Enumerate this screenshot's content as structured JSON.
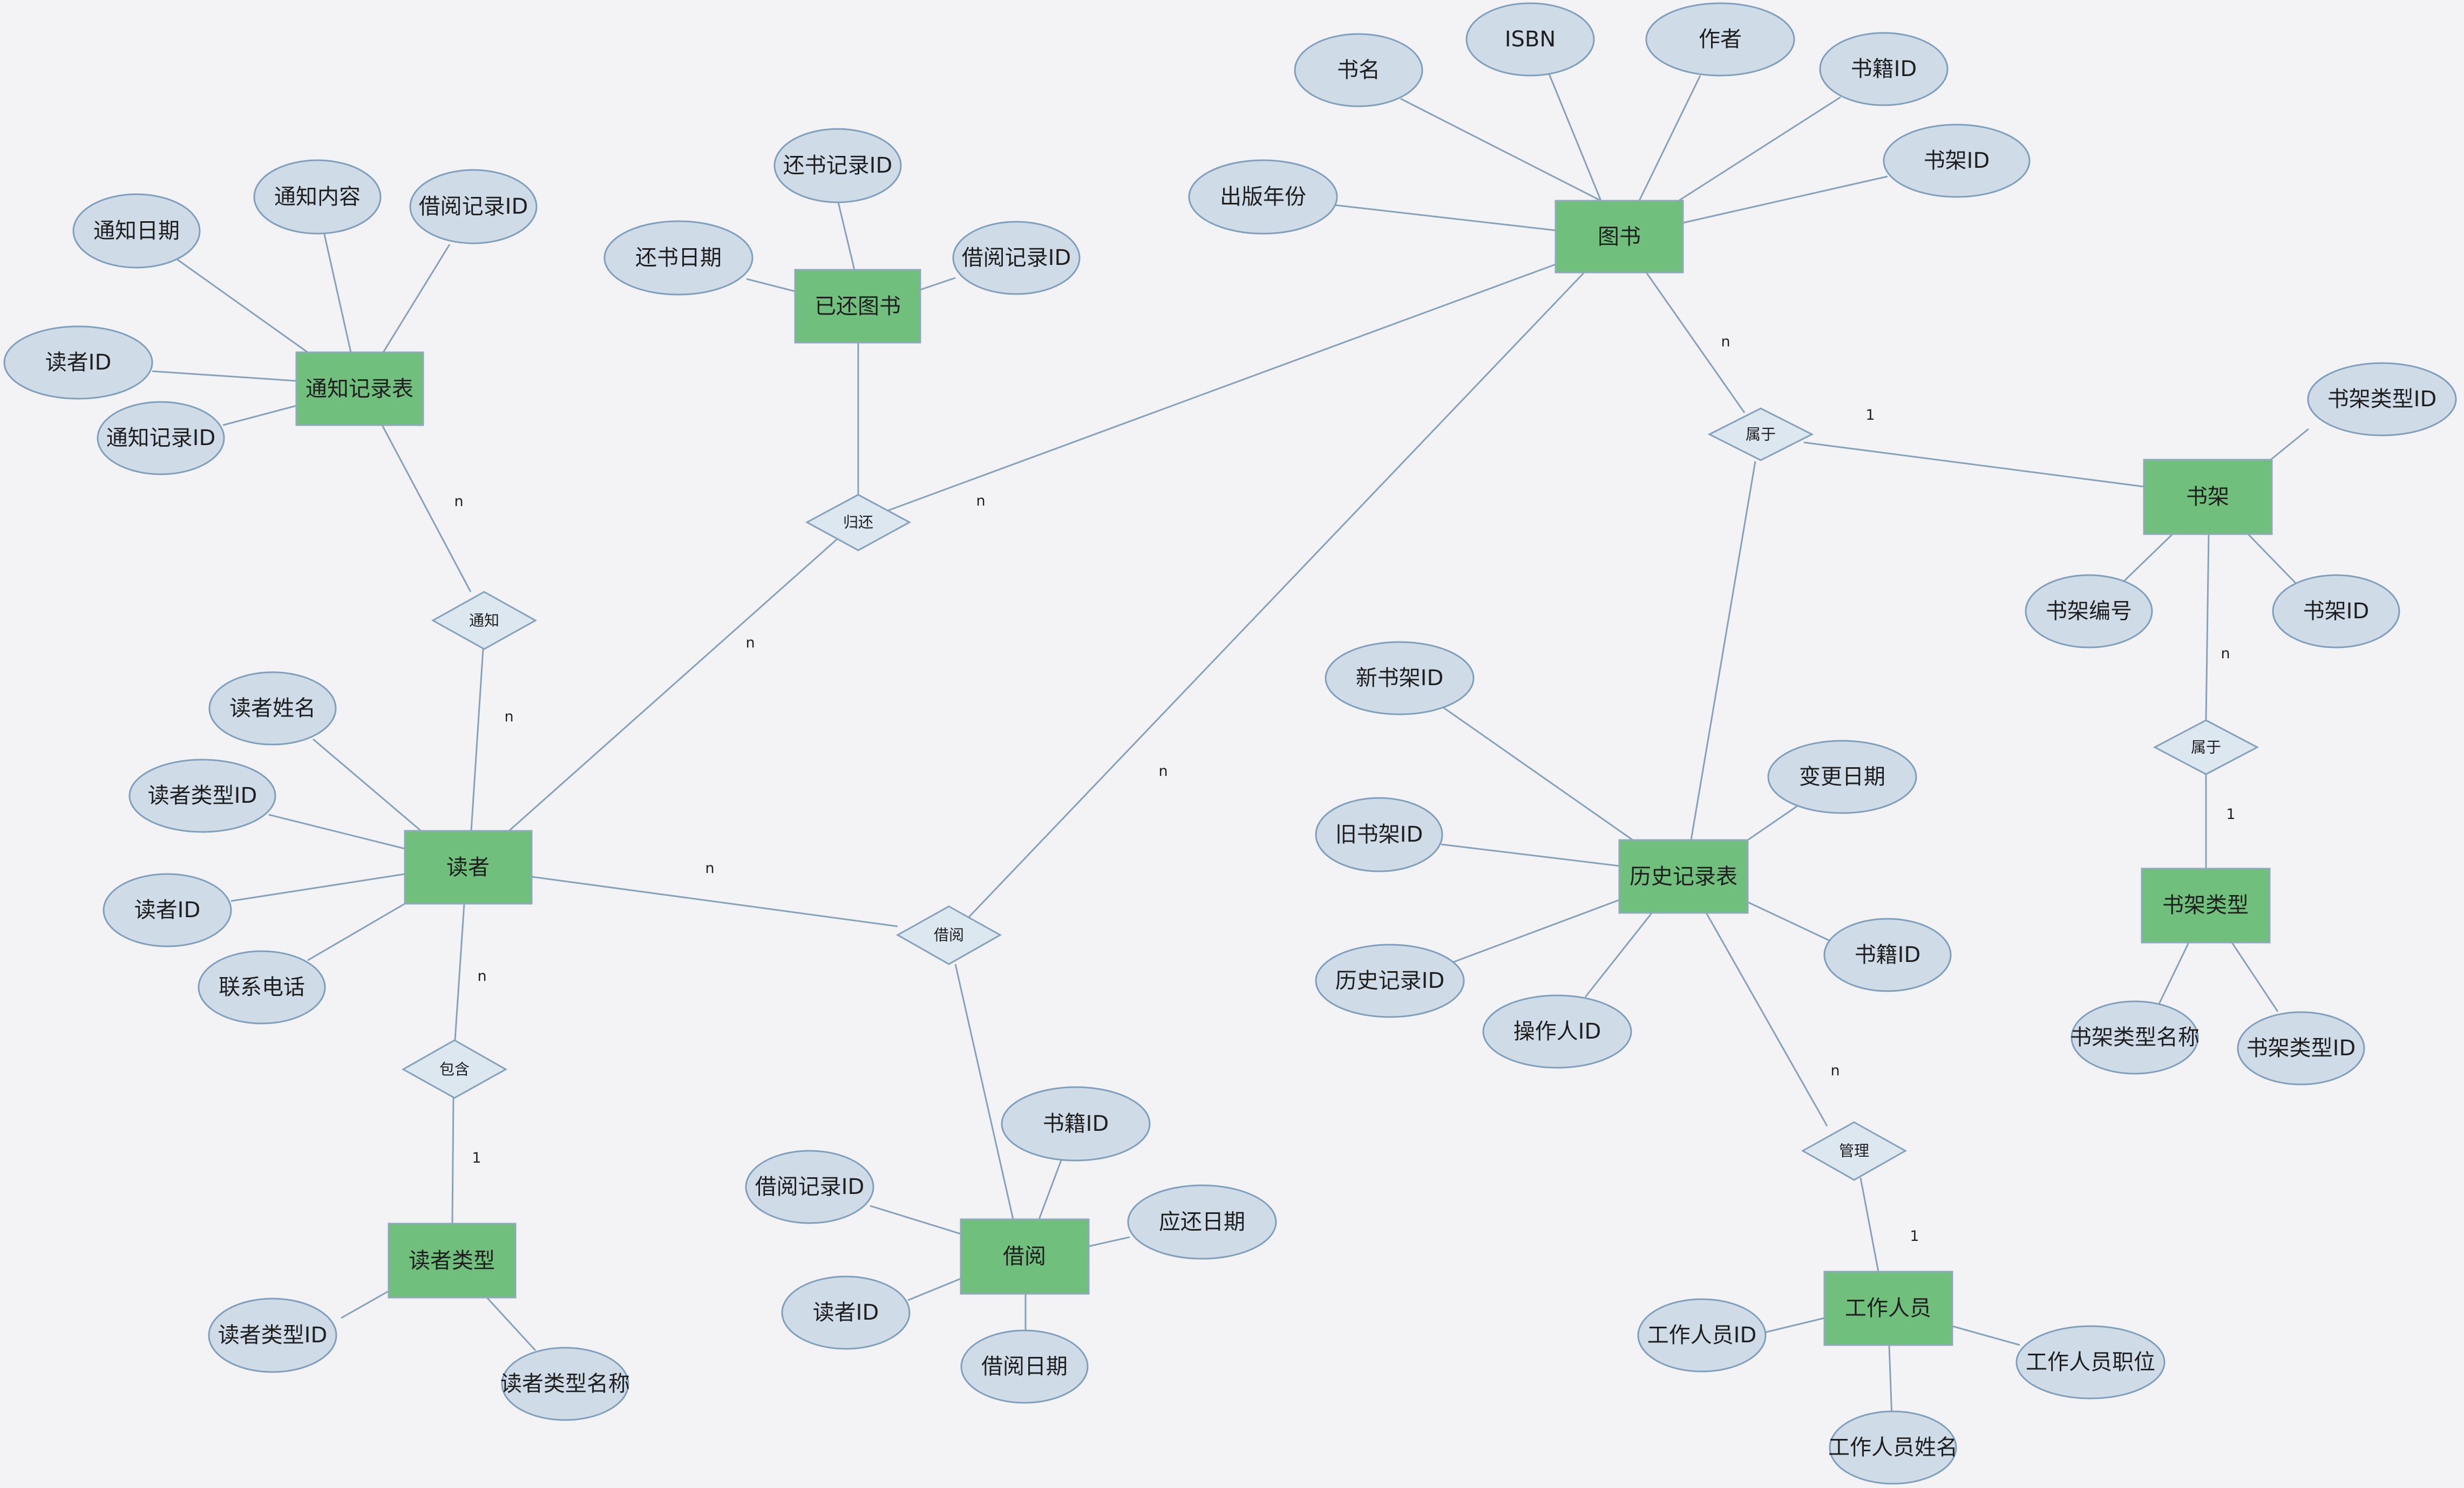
{
  "colors": {
    "background": "#f3f3f6",
    "entity_fill": "#70bf7c",
    "entity_stroke": "#8fa9bc",
    "attribute_fill": "#cfdce8",
    "attribute_stroke": "#7f9fbc",
    "relation_fill": "#dde7f0",
    "relation_stroke": "#86a2bb",
    "line": "#86a2bb"
  },
  "entities": {
    "book": "图书",
    "returned_book": "已还图书",
    "notice_record": "通知记录表",
    "reader": "读者",
    "reader_type": "读者类型",
    "borrow": "借阅",
    "history": "历史记录表",
    "shelf": "书架",
    "shelf_type": "书架类型",
    "staff": "工作人员"
  },
  "attributes": {
    "book": {
      "name": "书名",
      "isbn": "ISBN",
      "author": "作者",
      "book_id": "书籍ID",
      "shelf_id": "书架ID",
      "pub_year": "出版年份"
    },
    "returned_book": {
      "return_id": "还书记录ID",
      "return_date": "还书日期",
      "borrow_id": "借阅记录ID"
    },
    "notice_record": {
      "notice_date": "通知日期",
      "notice_content": "通知内容",
      "borrow_id": "借阅记录ID",
      "reader_id": "读者ID",
      "notice_id": "通知记录ID"
    },
    "reader": {
      "reader_name": "读者姓名",
      "reader_type_id": "读者类型ID",
      "reader_id": "读者ID",
      "phone": "联系电话"
    },
    "reader_type": {
      "type_id": "读者类型ID",
      "type_name": "读者类型名称"
    },
    "borrow": {
      "book_id": "书籍ID",
      "borrow_id": "借阅记录ID",
      "due_date": "应还日期",
      "reader_id": "读者ID",
      "borrow_date": "借阅日期"
    },
    "history": {
      "new_shelf": "新书架ID",
      "old_shelf": "旧书架ID",
      "change_date": "变更日期",
      "history_id": "历史记录ID",
      "operator_id": "操作人ID",
      "book_id": "书籍ID"
    },
    "shelf": {
      "shelf_type_id": "书架类型ID",
      "shelf_no": "书架编号",
      "shelf_id": "书架ID"
    },
    "shelf_type": {
      "type_name": "书架类型名称",
      "type_id": "书架类型ID"
    },
    "staff": {
      "staff_id": "工作人员ID",
      "staff_title": "工作人员职位",
      "staff_name": "工作人员姓名"
    }
  },
  "relations": {
    "belongs_book_shelf": "属于",
    "return": "归还",
    "notify": "通知",
    "borrow": "借阅",
    "contains": "包含",
    "belongs_shelf_type": "属于",
    "manage": "管理"
  },
  "cardinalities": {
    "book_belongs": "n",
    "shelf_belongs": "1",
    "book_return": "n",
    "reader_return": "n",
    "notice_notify": "n",
    "reader_notify": "n",
    "book_borrow": "n",
    "reader_borrow": "n",
    "reader_contains": "n",
    "type_contains": "1",
    "shelf_belongs2": "n",
    "shelftype_belongs2": "1",
    "history_manage": "n",
    "staff_manage": "1"
  }
}
